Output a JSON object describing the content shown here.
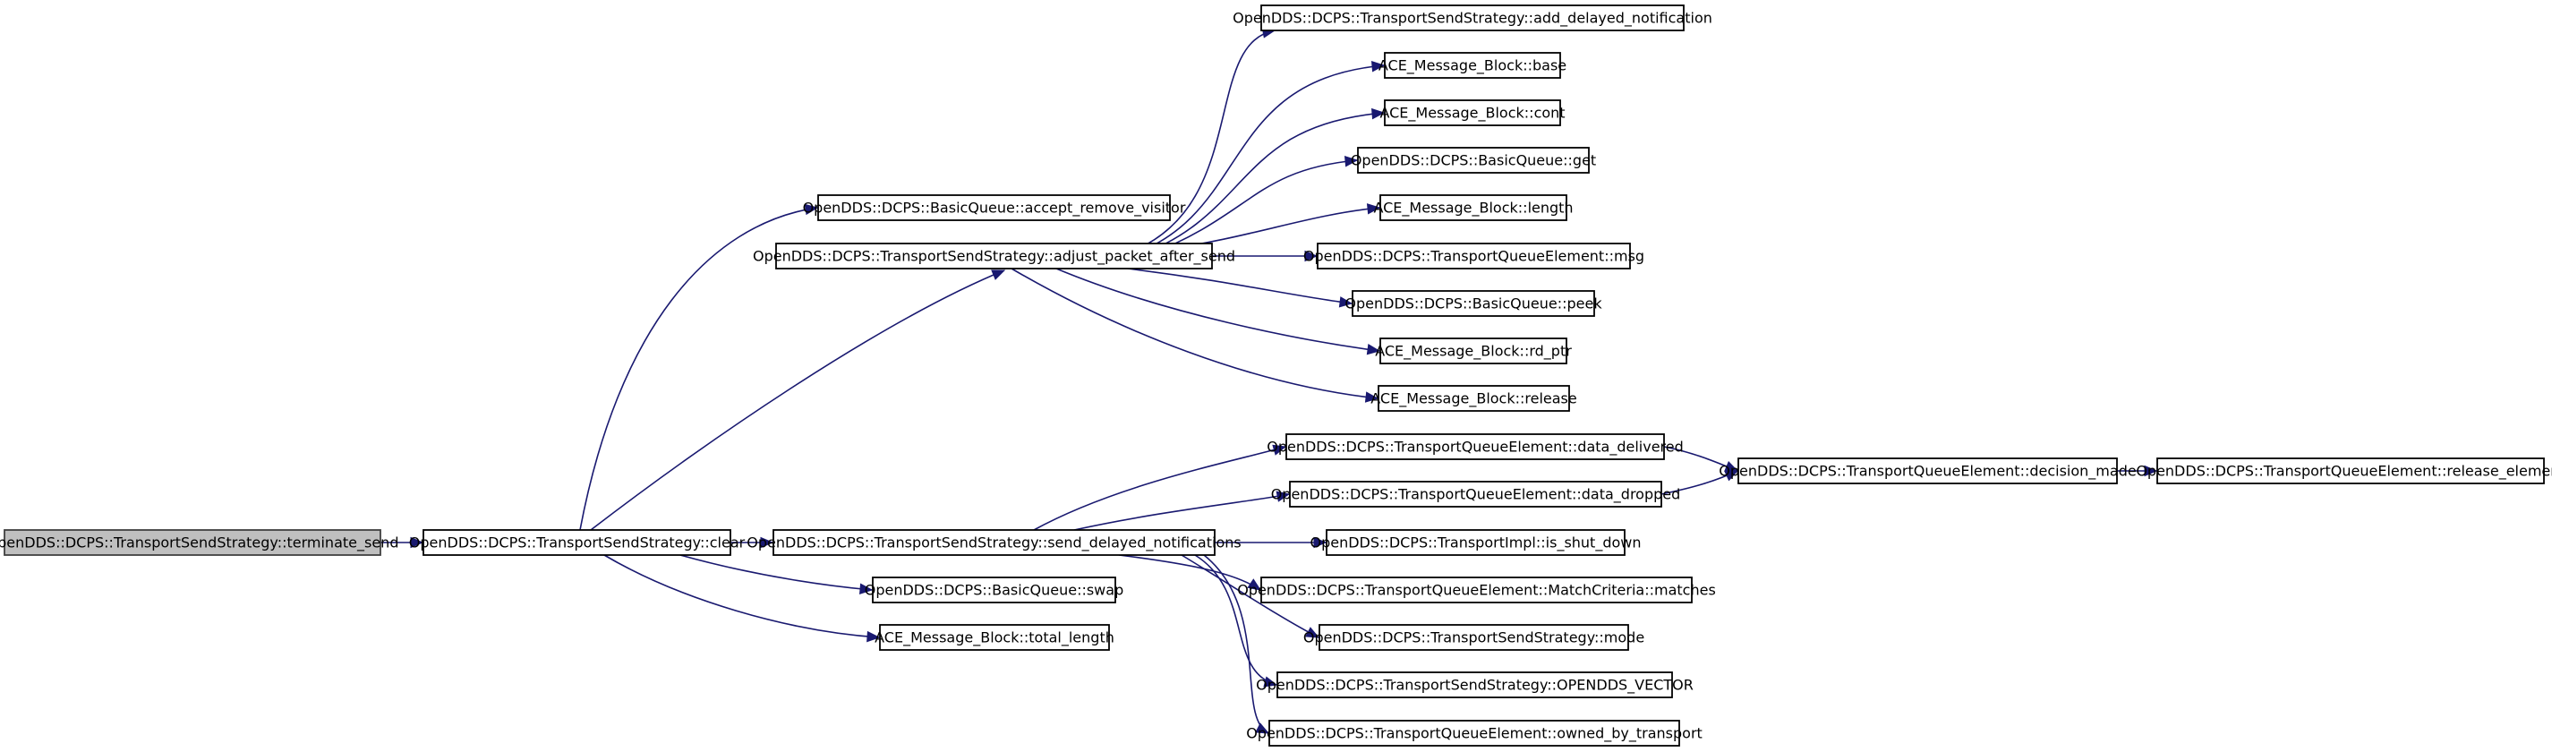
{
  "nodes": [
    {
      "id": "terminate_send",
      "label": "OpenDDS::DCPS::TransportSendStrategy::terminate_send",
      "root": true
    },
    {
      "id": "clear",
      "label": "OpenDDS::DCPS::TransportSendStrategy::clear"
    },
    {
      "id": "accept_remove_visitor",
      "label": "OpenDDS::DCPS::BasicQueue::accept_remove_visitor"
    },
    {
      "id": "adjust_packet_after_send",
      "label": "OpenDDS::DCPS::TransportSendStrategy::adjust_packet_after_send"
    },
    {
      "id": "send_delayed_notifications",
      "label": "OpenDDS::DCPS::TransportSendStrategy::send_delayed_notifications"
    },
    {
      "id": "swap",
      "label": "OpenDDS::DCPS::BasicQueue::swap"
    },
    {
      "id": "total_length",
      "label": "ACE_Message_Block::total_length"
    },
    {
      "id": "add_delayed_notification",
      "label": "OpenDDS::DCPS::TransportSendStrategy::add_delayed_notification"
    },
    {
      "id": "base",
      "label": "ACE_Message_Block::base"
    },
    {
      "id": "cont",
      "label": "ACE_Message_Block::cont"
    },
    {
      "id": "get",
      "label": "OpenDDS::DCPS::BasicQueue::get"
    },
    {
      "id": "length",
      "label": "ACE_Message_Block::length"
    },
    {
      "id": "msg",
      "label": "OpenDDS::DCPS::TransportQueueElement::msg"
    },
    {
      "id": "peek",
      "label": "OpenDDS::DCPS::BasicQueue::peek"
    },
    {
      "id": "rd_ptr",
      "label": "ACE_Message_Block::rd_ptr"
    },
    {
      "id": "release",
      "label": "ACE_Message_Block::release"
    },
    {
      "id": "data_delivered",
      "label": "OpenDDS::DCPS::TransportQueueElement::data_delivered"
    },
    {
      "id": "data_dropped",
      "label": "OpenDDS::DCPS::TransportQueueElement::data_dropped"
    },
    {
      "id": "is_shut_down",
      "label": "OpenDDS::DCPS::TransportImpl::is_shut_down"
    },
    {
      "id": "matches",
      "label": "OpenDDS::DCPS::TransportQueueElement::MatchCriteria::matches"
    },
    {
      "id": "mode",
      "label": "OpenDDS::DCPS::TransportSendStrategy::mode"
    },
    {
      "id": "opendds_vector",
      "label": "OpenDDS::DCPS::TransportSendStrategy::OPENDDS_VECTOR"
    },
    {
      "id": "owned_by_transport",
      "label": "OpenDDS::DCPS::TransportQueueElement::owned_by_transport"
    },
    {
      "id": "decision_made",
      "label": "OpenDDS::DCPS::TransportQueueElement::decision_made"
    },
    {
      "id": "release_element",
      "label": "OpenDDS::DCPS::TransportQueueElement::release_element"
    }
  ],
  "edges": [
    {
      "from": "terminate_send",
      "to": "clear"
    },
    {
      "from": "clear",
      "to": "accept_remove_visitor"
    },
    {
      "from": "clear",
      "to": "adjust_packet_after_send"
    },
    {
      "from": "clear",
      "to": "send_delayed_notifications"
    },
    {
      "from": "clear",
      "to": "swap"
    },
    {
      "from": "clear",
      "to": "total_length"
    },
    {
      "from": "adjust_packet_after_send",
      "to": "add_delayed_notification"
    },
    {
      "from": "adjust_packet_after_send",
      "to": "base"
    },
    {
      "from": "adjust_packet_after_send",
      "to": "cont"
    },
    {
      "from": "adjust_packet_after_send",
      "to": "get"
    },
    {
      "from": "adjust_packet_after_send",
      "to": "length"
    },
    {
      "from": "adjust_packet_after_send",
      "to": "msg"
    },
    {
      "from": "adjust_packet_after_send",
      "to": "peek"
    },
    {
      "from": "adjust_packet_after_send",
      "to": "rd_ptr"
    },
    {
      "from": "adjust_packet_after_send",
      "to": "release"
    },
    {
      "from": "send_delayed_notifications",
      "to": "data_delivered"
    },
    {
      "from": "send_delayed_notifications",
      "to": "data_dropped"
    },
    {
      "from": "send_delayed_notifications",
      "to": "is_shut_down"
    },
    {
      "from": "send_delayed_notifications",
      "to": "matches"
    },
    {
      "from": "send_delayed_notifications",
      "to": "mode"
    },
    {
      "from": "send_delayed_notifications",
      "to": "opendds_vector"
    },
    {
      "from": "send_delayed_notifications",
      "to": "owned_by_transport"
    },
    {
      "from": "data_delivered",
      "to": "decision_made"
    },
    {
      "from": "data_dropped",
      "to": "decision_made"
    },
    {
      "from": "decision_made",
      "to": "release_element"
    }
  ],
  "colors": {
    "edge": "#191970",
    "root_fill": "#bfbfbf",
    "node_fill": "#ffffff",
    "node_border": "#000000"
  }
}
